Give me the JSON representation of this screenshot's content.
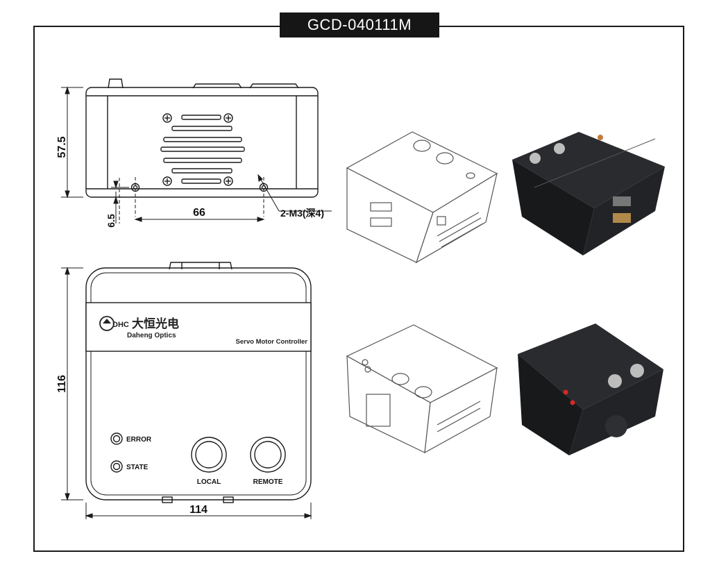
{
  "model": "GCD-040111M",
  "front_view": {
    "dim_height": "57.5",
    "dim_offset": "6.5",
    "dim_spacing": "66",
    "hole_callout": "2-M3(深4)"
  },
  "top_view": {
    "dim_height": "116",
    "dim_width": "114",
    "brand_abbr": "DHC",
    "brand_cn": "大恒光电",
    "brand_en": "Daheng Optics",
    "product_name": "Servo Motor Controller",
    "led_error": "ERROR",
    "led_state": "STATE",
    "button_local": "LOCAL",
    "button_remote": "REMOTE"
  },
  "colors": {
    "badge_bg": "#161616",
    "line": "#1a1a1a",
    "device_dark": "#1e1f21",
    "led_red": "#d22a24"
  }
}
